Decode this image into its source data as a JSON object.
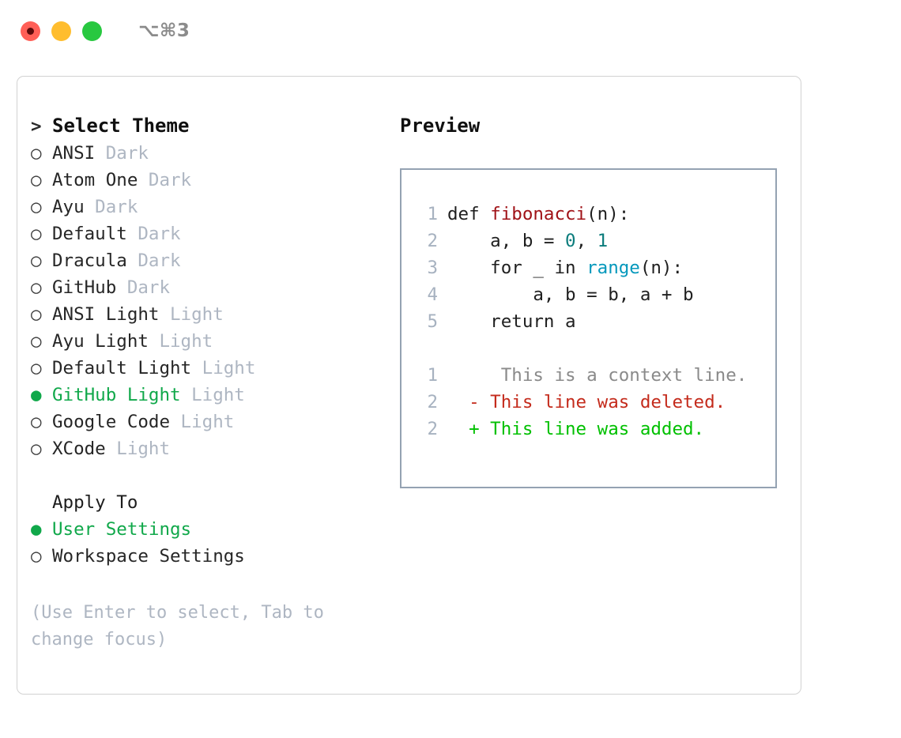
{
  "titlebar": {
    "shortcut": "⌥⌘3",
    "lights": [
      {
        "name": "close",
        "color": "#ff5f57"
      },
      {
        "name": "minimize",
        "color": "#ffbd2e"
      },
      {
        "name": "maximize",
        "color": "#28c840"
      }
    ]
  },
  "theme_list": {
    "prompt": ">",
    "header": "Select Theme",
    "radio_off": "○",
    "radio_on": "●",
    "items": [
      {
        "label": "ANSI",
        "variant": "Dark",
        "selected": false
      },
      {
        "label": "Atom One",
        "variant": "Dark",
        "selected": false
      },
      {
        "label": "Ayu",
        "variant": "Dark",
        "selected": false
      },
      {
        "label": "Default",
        "variant": "Dark",
        "selected": false
      },
      {
        "label": "Dracula",
        "variant": "Dark",
        "selected": false
      },
      {
        "label": "GitHub",
        "variant": "Dark",
        "selected": false
      },
      {
        "label": "ANSI Light",
        "variant": "Light",
        "selected": false
      },
      {
        "label": "Ayu Light",
        "variant": "Light",
        "selected": false
      },
      {
        "label": "Default Light",
        "variant": "Light",
        "selected": false
      },
      {
        "label": "GitHub Light",
        "variant": "Light",
        "selected": true
      },
      {
        "label": "Google Code",
        "variant": "Light",
        "selected": false
      },
      {
        "label": "XCode",
        "variant": "Light",
        "selected": false
      }
    ]
  },
  "apply_to": {
    "header": "Apply To",
    "items": [
      {
        "label": "User Settings",
        "selected": true
      },
      {
        "label": "Workspace Settings",
        "selected": false
      }
    ]
  },
  "hint": "(Use Enter to select, Tab to change focus)",
  "preview": {
    "title": "Preview",
    "code_lines": [
      {
        "number": "1",
        "tokens": [
          {
            "text": "def ",
            "type": "plain"
          },
          {
            "text": "fibonacci",
            "type": "fn"
          },
          {
            "text": "(n):",
            "type": "plain"
          }
        ]
      },
      {
        "number": "2",
        "tokens": [
          {
            "text": "    a, b = ",
            "type": "plain"
          },
          {
            "text": "0",
            "type": "num"
          },
          {
            "text": ", ",
            "type": "plain"
          },
          {
            "text": "1",
            "type": "num"
          }
        ]
      },
      {
        "number": "3",
        "tokens": [
          {
            "text": "    for _ in ",
            "type": "plain"
          },
          {
            "text": "range",
            "type": "call"
          },
          {
            "text": "(n):",
            "type": "plain"
          }
        ]
      },
      {
        "number": "4",
        "tokens": [
          {
            "text": "        a, b = b, a + b",
            "type": "plain"
          }
        ]
      },
      {
        "number": "5",
        "tokens": [
          {
            "text": "    return a",
            "type": "plain"
          }
        ]
      }
    ],
    "diff_lines": [
      {
        "number": "1",
        "marker": " ",
        "text": "  This is a context line.",
        "kind": "context"
      },
      {
        "number": "2",
        "marker": "-",
        "text": " This line was deleted.",
        "kind": "del"
      },
      {
        "number": "2",
        "marker": "+",
        "text": " This line was added.",
        "kind": "add"
      }
    ]
  },
  "colors": {
    "accent_green": "#10a84a",
    "diff_add": "#00c000",
    "diff_del": "#c42b1c",
    "fn_red": "#a01217",
    "num_teal": "#0b7c7c",
    "call_cyan": "#0598bc",
    "muted": "#aeb6c2",
    "border": "#94a2b2"
  }
}
